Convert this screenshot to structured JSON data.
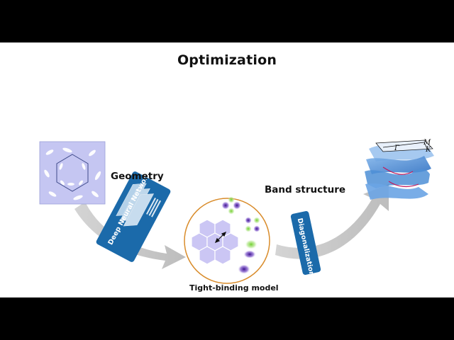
{
  "title": "Optimization",
  "labels": {
    "geometry": "Geometry",
    "band_structure": "Band structure",
    "tight_binding": "Tight-binding model"
  },
  "boxes": {
    "dnn": "Deep Neural Network",
    "diagonalization": "Diagonalization"
  },
  "bz_labels": {
    "gamma": "Γ",
    "m": "M",
    "k": "K"
  },
  "colors": {
    "lattice": "#c5c6f2",
    "box_blue": "#1b6aaa",
    "arrow_gray": "#c8c8c8",
    "ring_orange": "#d98c2b",
    "orbital_purple": "#4a1f9e",
    "orbital_green": "#7ed23f",
    "band_blue": "#4d8fd6"
  }
}
